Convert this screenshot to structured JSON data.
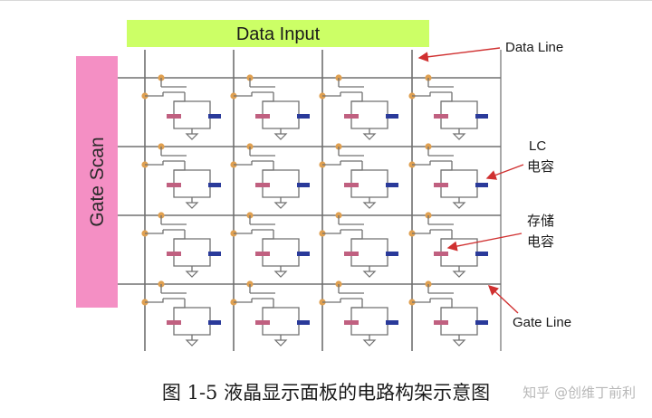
{
  "diagram": {
    "data_input_label": "Data Input",
    "gate_scan_label": "Gate Scan",
    "annotations": {
      "data_line": "Data Line",
      "lc_line1": "LC",
      "lc_line2": "电容",
      "storage_line1": "存储",
      "storage_line2": "电容",
      "gate_line": "Gate Line"
    },
    "grid": {
      "rows": 4,
      "columns": 4
    },
    "colors": {
      "data_input_bar": "#ccff66",
      "gate_scan_bar": "#f48fc4",
      "junction_dot": "#e0a050",
      "line": "#707070",
      "lc_cap_plate": "#c06080",
      "storage_cap_plate": "#2a3a9a",
      "arrow": "#d03030"
    }
  },
  "caption": "图 1-5  液晶显示面板的电路构架示意图",
  "watermark": "知乎 @创维丁前利"
}
